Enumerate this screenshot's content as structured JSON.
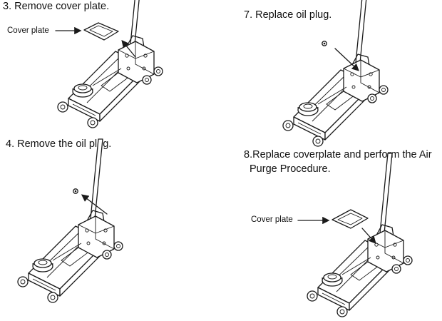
{
  "steps": [
    {
      "id": "step-3",
      "title": "3. Remove cover plate."
    },
    {
      "id": "step-4",
      "title": "4. Remove the oil plug."
    },
    {
      "id": "step-7",
      "title": "7. Replace oil plug."
    },
    {
      "id": "step-8",
      "title_line1": "8.Replace coverplate and perform the Air",
      "title_line2": "Purge Procedure."
    }
  ],
  "callouts": {
    "cover_plate_step3": "Cover plate",
    "cover_plate_step8": "Cover plate"
  }
}
